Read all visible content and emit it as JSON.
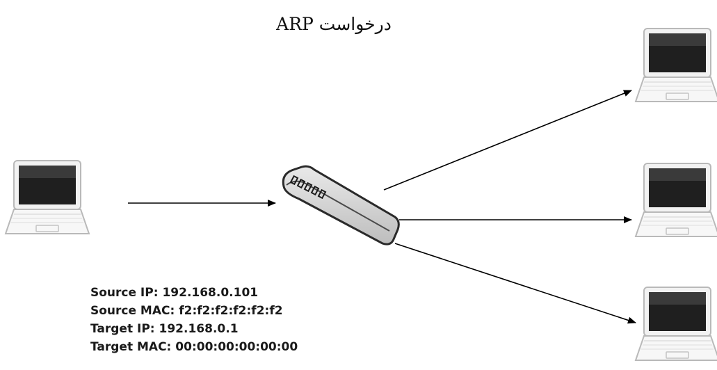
{
  "diagram": {
    "title": "درخواست ARP",
    "packet": {
      "source_ip_label": "Source IP:",
      "source_ip": "192.168.0.101",
      "source_mac_label": "Source MAC:",
      "source_mac": "f2:f2:f2:f2:f2:f2",
      "target_ip_label": "Target IP:",
      "target_ip": "192.168.0.1",
      "target_mac_label": "Target MAC:",
      "target_mac": "00:00:00:00:00:00"
    },
    "nodes": [
      {
        "id": "sender",
        "icon": "laptop-icon"
      },
      {
        "id": "switch",
        "icon": "network-switch-icon"
      },
      {
        "id": "receiver-top",
        "icon": "laptop-icon"
      },
      {
        "id": "receiver-middle",
        "icon": "laptop-icon"
      },
      {
        "id": "receiver-bottom",
        "icon": "laptop-icon"
      }
    ],
    "edges": [
      {
        "from": "sender",
        "to": "switch"
      },
      {
        "from": "switch",
        "to": "receiver-top"
      },
      {
        "from": "switch",
        "to": "receiver-middle"
      },
      {
        "from": "switch",
        "to": "receiver-bottom"
      }
    ]
  }
}
